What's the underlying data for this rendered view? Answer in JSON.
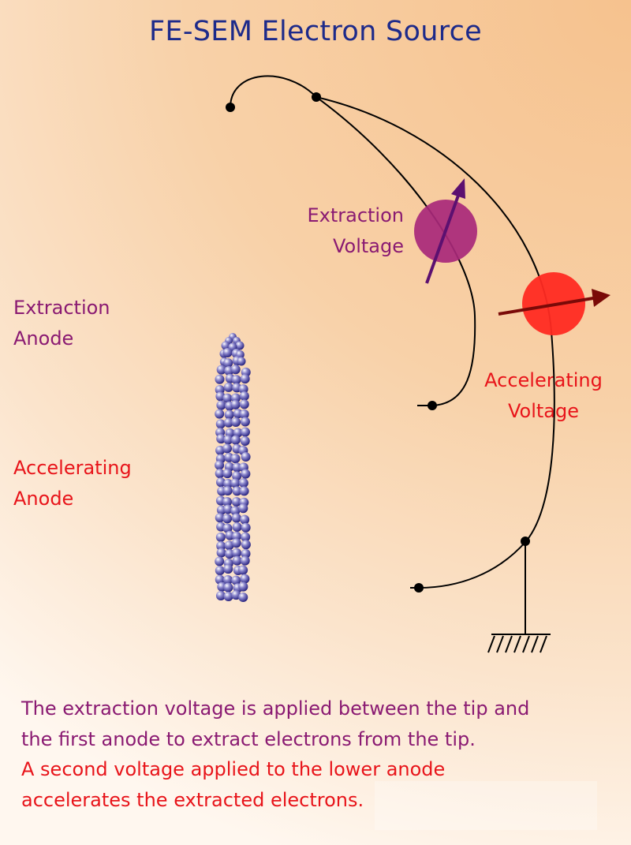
{
  "title": "FE-SEM Electron Source",
  "labels": {
    "extraction_anode": "Extraction\nAnode",
    "accelerating_anode": "Accelerating\nAnode",
    "extraction_voltage": "Extraction\nVoltage",
    "accelerating_voltage": "Accelerating\nVoltage"
  },
  "description": {
    "line1": "The extraction voltage is applied between the tip and",
    "line2": "the first anode to extract electrons from the tip.",
    "line3": "A second voltage applied to the lower anode",
    "line4": "accelerates the extracted electrons."
  },
  "colors": {
    "title": "#1d2a8a",
    "extraction": "#8a1a72",
    "accelerating": "#e8141a",
    "extraction_source": "#a8287a",
    "accelerating_source": "#ff2a22",
    "atoms": "#1f1a78"
  }
}
